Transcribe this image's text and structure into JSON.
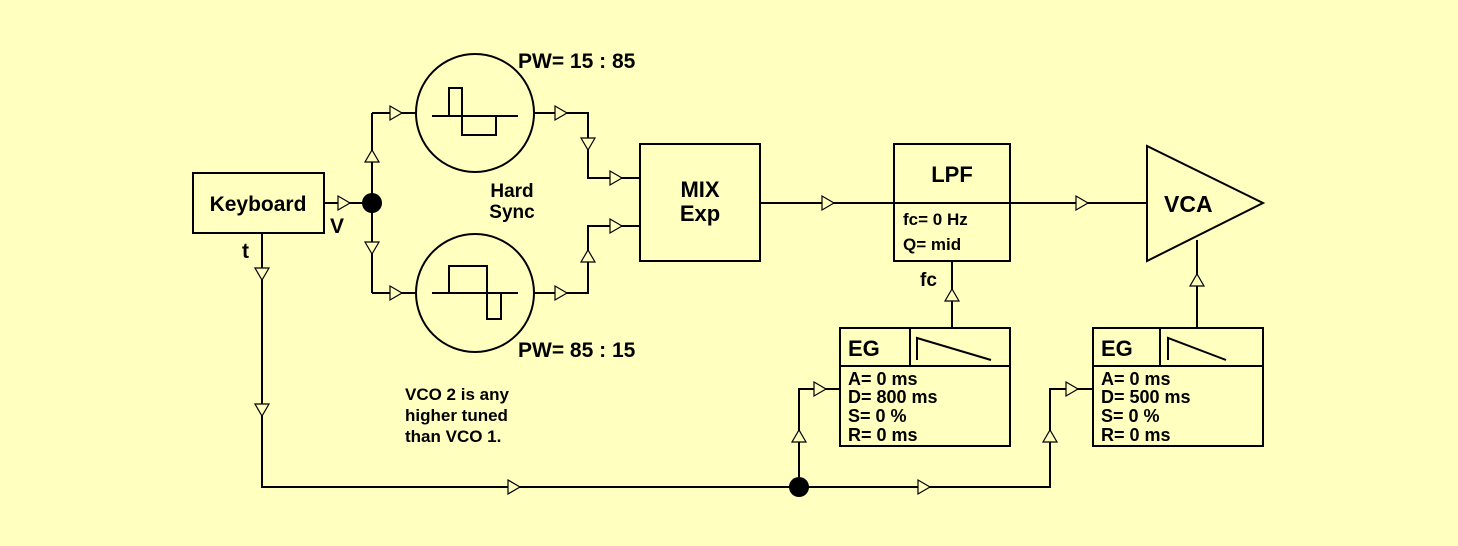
{
  "colors": {
    "background": "#ffffc0",
    "ink": "#000000"
  },
  "keyboard": {
    "label": "Keyboard",
    "pitch_out": "V",
    "trigger_out": "t"
  },
  "vco1": {
    "pw_label": "PW= 15 : 85",
    "waveform_icon": "pulse-wave-icon"
  },
  "vco2": {
    "pw_label": "PW= 85 : 15",
    "waveform_icon": "pulse-wave-icon"
  },
  "sync_label": {
    "line1": "Hard",
    "line2": "Sync"
  },
  "mixer": {
    "line1": "MIX",
    "line2": "Exp"
  },
  "lpf": {
    "title": "LPF",
    "cutoff": "fc= 0 Hz",
    "q": "Q= mid",
    "mod_input": "fc"
  },
  "vca": {
    "label": "VCA"
  },
  "eg1": {
    "title": "EG",
    "envelope_icon": "envelope-icon",
    "params": [
      "A= 0 ms",
      "D= 800 ms",
      "S= 0 %",
      "R= 0 ms"
    ]
  },
  "eg2": {
    "title": "EG",
    "envelope_icon": "envelope-icon",
    "params": [
      "A= 0 ms",
      "D= 500 ms",
      "S= 0 %",
      "R= 0 ms"
    ]
  },
  "note": {
    "line1": "VCO 2 is any",
    "line2": "higher tuned",
    "line3": "than VCO 1."
  }
}
